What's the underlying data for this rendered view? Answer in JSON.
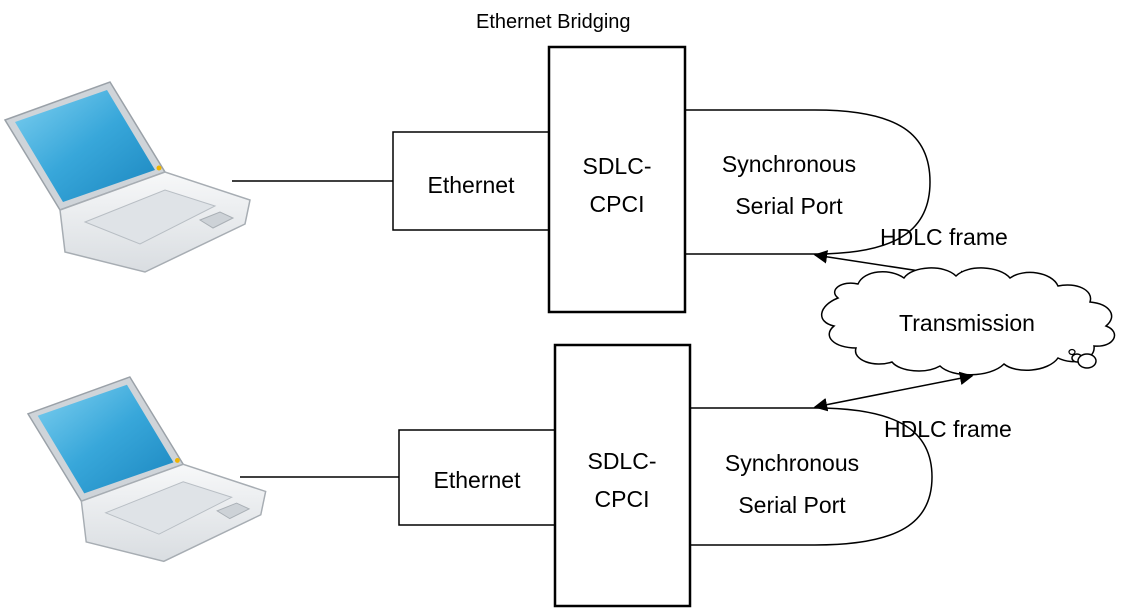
{
  "title": "Ethernet Bridging",
  "top_node": {
    "ethernet_label": "Ethernet",
    "card_label_line1": "SDLC-",
    "card_label_line2": "CPCI",
    "port_label_line1": "Synchronous",
    "port_label_line2": "Serial Port",
    "frame_label": "HDLC frame"
  },
  "bottom_node": {
    "ethernet_label": "Ethernet",
    "card_label_line1": "SDLC-",
    "card_label_line2": "CPCI",
    "port_label_line1": "Synchronous",
    "port_label_line2": "Serial Port",
    "frame_label": "HDLC frame"
  },
  "cloud_label": "Transmission",
  "icons": {
    "laptop": "laptop-icon",
    "cloud": "cloud-icon"
  },
  "colors": {
    "screen": "#3aa6d8",
    "laptop_body": "#e9ecef",
    "stroke": "#000000"
  }
}
